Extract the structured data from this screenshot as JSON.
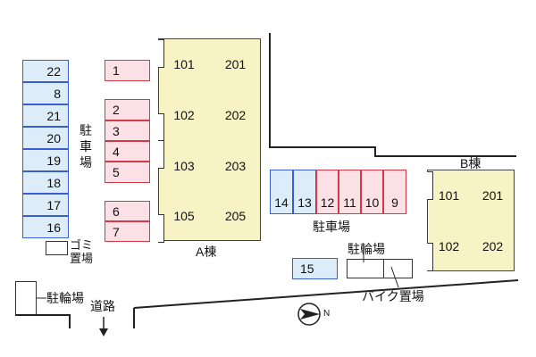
{
  "colors": {
    "parking_fill": "#dcecf9",
    "parking_stroke": "#3a5fcd",
    "rented_fill": "#fbe0e6",
    "rented_stroke": "#d23a4a",
    "building_fill": "#f7f3c4"
  },
  "left_column": [
    "22",
    "8",
    "21",
    "20",
    "19",
    "18",
    "17",
    "16"
  ],
  "mid_column": [
    "1",
    "2",
    "3",
    "4",
    "5",
    "6",
    "7"
  ],
  "building_a": {
    "label": "A棟",
    "units": [
      [
        "101",
        "201"
      ],
      [
        "102",
        "202"
      ],
      [
        "103",
        "203"
      ],
      [
        "105",
        "205"
      ]
    ]
  },
  "building_b": {
    "label": "B棟",
    "units": [
      [
        "101",
        "201"
      ],
      [
        "102",
        "202"
      ]
    ]
  },
  "right_row": {
    "blue": [
      "14",
      "13"
    ],
    "pink": [
      "12",
      "11",
      "10",
      "9"
    ]
  },
  "slot_15": "15",
  "labels": {
    "parking_vertical": [
      "駐",
      "車",
      "場"
    ],
    "parking_right": "駐車場",
    "garbage_1": "ゴミ",
    "garbage_2": "置場",
    "bicycle_left": "駐輪場",
    "bicycle_right": "駐輪場",
    "bike_area": "バイク置場",
    "road": "道路",
    "compass_n": "N"
  }
}
